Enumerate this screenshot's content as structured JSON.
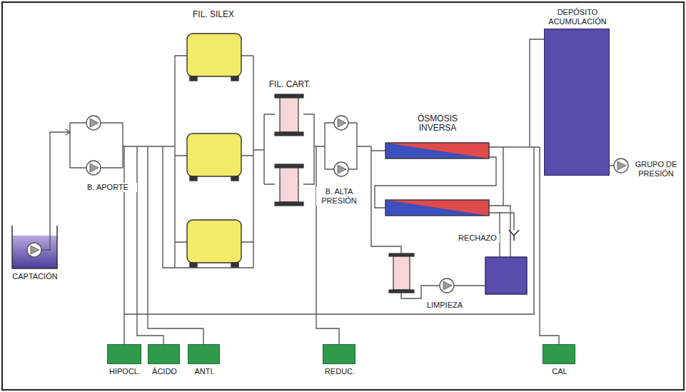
{
  "diagram": {
    "nodes": [
      {
        "text": [
          "CAPTACIÓN"
        ]
      },
      {
        "text": [
          "DEPÓSITO ACUMULACIÓN"
        ]
      },
      {
        "text": [
          "HIPOCL."
        ]
      },
      {
        "text": [
          "ÁCIDO"
        ]
      },
      {
        "text": [
          "ANTI."
        ]
      },
      {
        "text": [
          "REDUC."
        ]
      },
      {
        "text": [
          "CAL"
        ]
      }
    ],
    "labels": [
      "FIL. SILEX",
      "FIL. CART.",
      "ÓSMOSIS INVERSA",
      "B. APORTE",
      "B. ALTA PRESIÓN",
      "RECHAZO",
      "LIMPIEZA",
      "GRUPO DE PRESIÓN"
    ]
  }
}
